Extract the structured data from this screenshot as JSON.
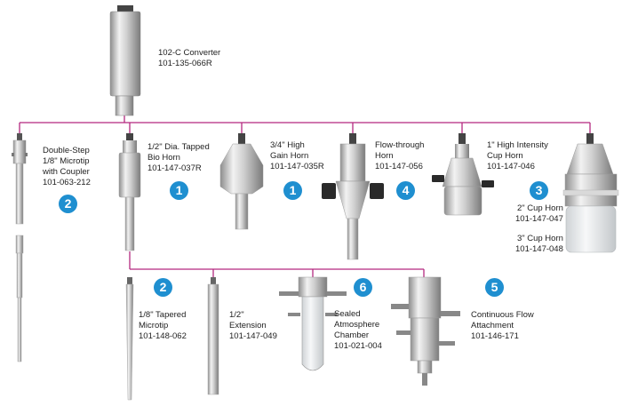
{
  "colors": {
    "connector_line": "#b4287f",
    "badge": "#1f8fd0",
    "steel_dark": "#8e8e8e",
    "steel_light": "#f2f2f2"
  },
  "converter": {
    "name": "102-C Converter",
    "part": "101-135-066R",
    "icon": "converter-icon"
  },
  "items": [
    {
      "lines": [
        "Double-Step",
        "1/8\" Microtip",
        "with Coupler",
        "101-063-212"
      ],
      "badge": "2",
      "icon": "microtip-coupler-icon"
    },
    {
      "lines": [
        "1/2\" Dia. Tapped",
        "Bio Horn",
        "101-147-037R"
      ],
      "badge": "1",
      "icon": "bio-horn-icon"
    },
    {
      "lines": [
        "3/4\" High",
        "Gain Horn",
        "101-147-035R"
      ],
      "badge": "1",
      "icon": "high-gain-horn-icon"
    },
    {
      "lines": [
        "Flow-through",
        "Horn",
        "101-147-056"
      ],
      "badge": "4",
      "icon": "flow-through-horn-icon"
    },
    {
      "lines": [
        "1\" High Intensity",
        "Cup Horn",
        "101-147-046"
      ],
      "badge": "3",
      "icon": "cup-horn-icon"
    },
    {
      "lines": [
        "2\" Cup Horn",
        "101-147-047",
        "",
        "3\" Cup Horn",
        "101-147-048"
      ],
      "badge": "",
      "icon": "large-cup-horn-icon"
    }
  ],
  "sub_items": [
    {
      "lines": [
        "1/8\" Tapered",
        "Microtip",
        "101-148-062"
      ],
      "badge": "2",
      "icon": "tapered-microtip-icon"
    },
    {
      "lines": [
        "1/2\"",
        "Extension",
        "101-147-049"
      ],
      "badge": "",
      "icon": "extension-icon"
    },
    {
      "lines": [
        "Sealed",
        "Atmosphere",
        "Chamber",
        "101-021-004"
      ],
      "badge": "6",
      "icon": "sealed-chamber-icon"
    },
    {
      "lines": [
        "Continuous Flow",
        "Attachment",
        "101-146-171"
      ],
      "badge": "5",
      "icon": "continuous-flow-icon"
    }
  ]
}
